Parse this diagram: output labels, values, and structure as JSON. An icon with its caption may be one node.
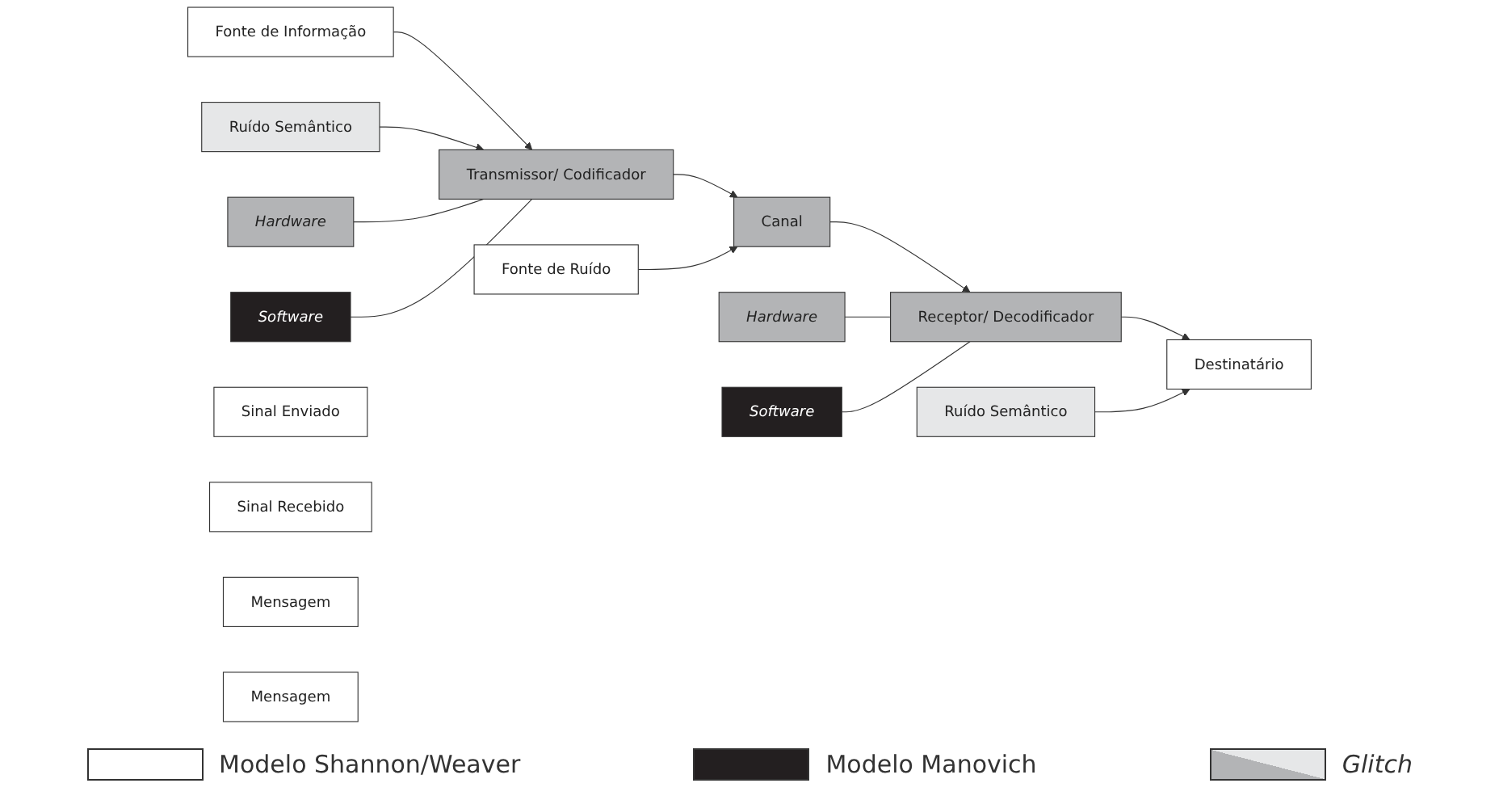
{
  "diagram": {
    "nodes": [
      {
        "text": [
          "Ruído Semântico"
        ]
      },
      {
        "text": [
          "Hardware"
        ]
      },
      {
        "text": [
          "Hardware"
        ]
      },
      {
        "text": [
          "Ruído Semântico"
        ]
      },
      {
        "text": [
          "Fonte de Informação"
        ]
      },
      {
        "text": [
          "Transmissor/ Codificador"
        ]
      },
      {
        "text": [
          "Canal"
        ]
      },
      {
        "text": [
          "Receptor/ Decodificador"
        ]
      },
      {
        "text": [
          "Destinatário"
        ]
      },
      {
        "text": [
          "Software"
        ]
      },
      {
        "text": [
          "Sinal Enviado"
        ]
      },
      {
        "text": [
          "Sinal Recebido"
        ]
      },
      {
        "text": [
          "Software"
        ]
      },
      {
        "text": [
          "Mensagem"
        ]
      },
      {
        "text": [
          "Mensagem"
        ]
      },
      {
        "text": [
          "Fonte de Ruído"
        ]
      }
    ],
    "edges": [
      {
        "from": 4,
        "to": 5,
        "arrow": "to"
      },
      {
        "from": 0,
        "to": 5,
        "arrow": "to"
      },
      {
        "from": 1,
        "to": 5,
        "arrow": "none"
      },
      {
        "from": 9,
        "to": 5,
        "arrow": "none"
      },
      {
        "from": 5,
        "to": 6,
        "arrow": "to"
      },
      {
        "from": 15,
        "to": 6,
        "arrow": "to"
      },
      {
        "from": 6,
        "to": 7,
        "arrow": "to"
      },
      {
        "from": 2,
        "to": 7,
        "arrow": "none"
      },
      {
        "from": 12,
        "to": 7,
        "arrow": "none"
      },
      {
        "from": 7,
        "to": 8,
        "arrow": "to"
      },
      {
        "from": 3,
        "to": 8,
        "arrow": "to"
      }
    ],
    "legend": [
      {
        "text": "Modelo Shannon/Weaver",
        "color": "#ffffff"
      },
      {
        "text": "Modelo Manovich",
        "color": "#231f20"
      },
      {
        "text": "Glitch"
      }
    ]
  }
}
